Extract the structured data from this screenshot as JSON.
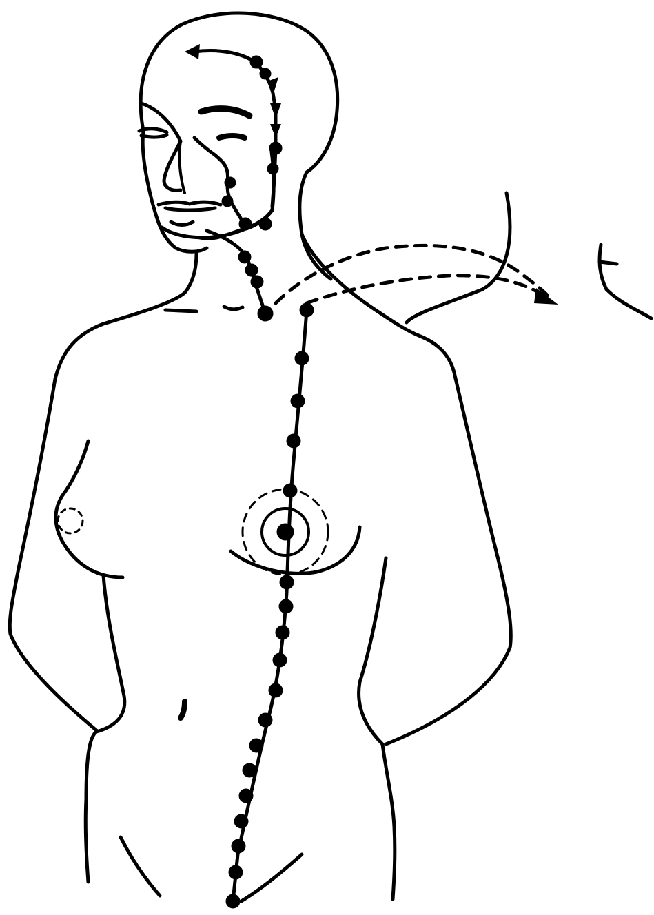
{
  "figure": {
    "type": "line-drawing",
    "subject": "female-torso-outline",
    "colors": {
      "ink": "#000000",
      "background": "#ffffff"
    },
    "elements": [
      "head-outline",
      "face-features",
      "shoulder-and-arm-outline",
      "breasts",
      "meridian-dotted-path-face",
      "meridian-dotted-path-neck",
      "meridian-dotted-path-trunk",
      "concentric-circles-at-nipple",
      "dashed-arrows-toward-back-figure"
    ]
  }
}
